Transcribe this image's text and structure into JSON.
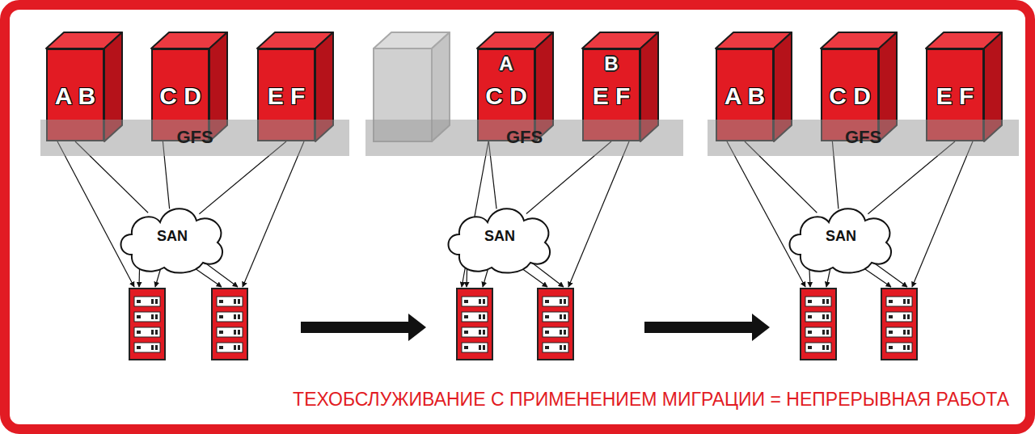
{
  "diagram": {
    "caption": "ТЕХОБСЛУЖИВАНИЕ С ПРИМЕНЕНИЕМ МИГРАЦИИ = НЕПРЕРЫВНАЯ РАБОТА",
    "nodes": [
      {
        "text": [
          "A B"
        ]
      },
      {
        "text": [
          "C D"
        ]
      },
      {
        "text": [
          "E F"
        ]
      },
      {
        "text": [
          "GFS"
        ]
      },
      {
        "text": [
          "SAN"
        ]
      },
      {
        "text": [
          "A",
          "C D"
        ]
      },
      {
        "text": [
          "B",
          "E F"
        ]
      },
      {
        "text": [
          "GFS"
        ]
      },
      {
        "text": [
          "SAN"
        ]
      },
      {
        "text": [
          "A B"
        ]
      },
      {
        "text": [
          "C D"
        ]
      },
      {
        "text": [
          "E F"
        ]
      },
      {
        "text": [
          "GFS"
        ]
      },
      {
        "text": [
          "SAN"
        ]
      }
    ],
    "edges": [
      {
        "from": 0,
        "to": 4,
        "arrow": "none"
      },
      {
        "from": 1,
        "to": 4,
        "arrow": "none"
      },
      {
        "from": 2,
        "to": 4,
        "arrow": "none"
      },
      {
        "from": 5,
        "to": 8,
        "arrow": "none"
      },
      {
        "from": 6,
        "to": 8,
        "arrow": "none"
      },
      {
        "from": 9,
        "to": 13,
        "arrow": "none"
      },
      {
        "from": 10,
        "to": 13,
        "arrow": "none"
      },
      {
        "from": 11,
        "to": 13,
        "arrow": "none"
      }
    ]
  }
}
